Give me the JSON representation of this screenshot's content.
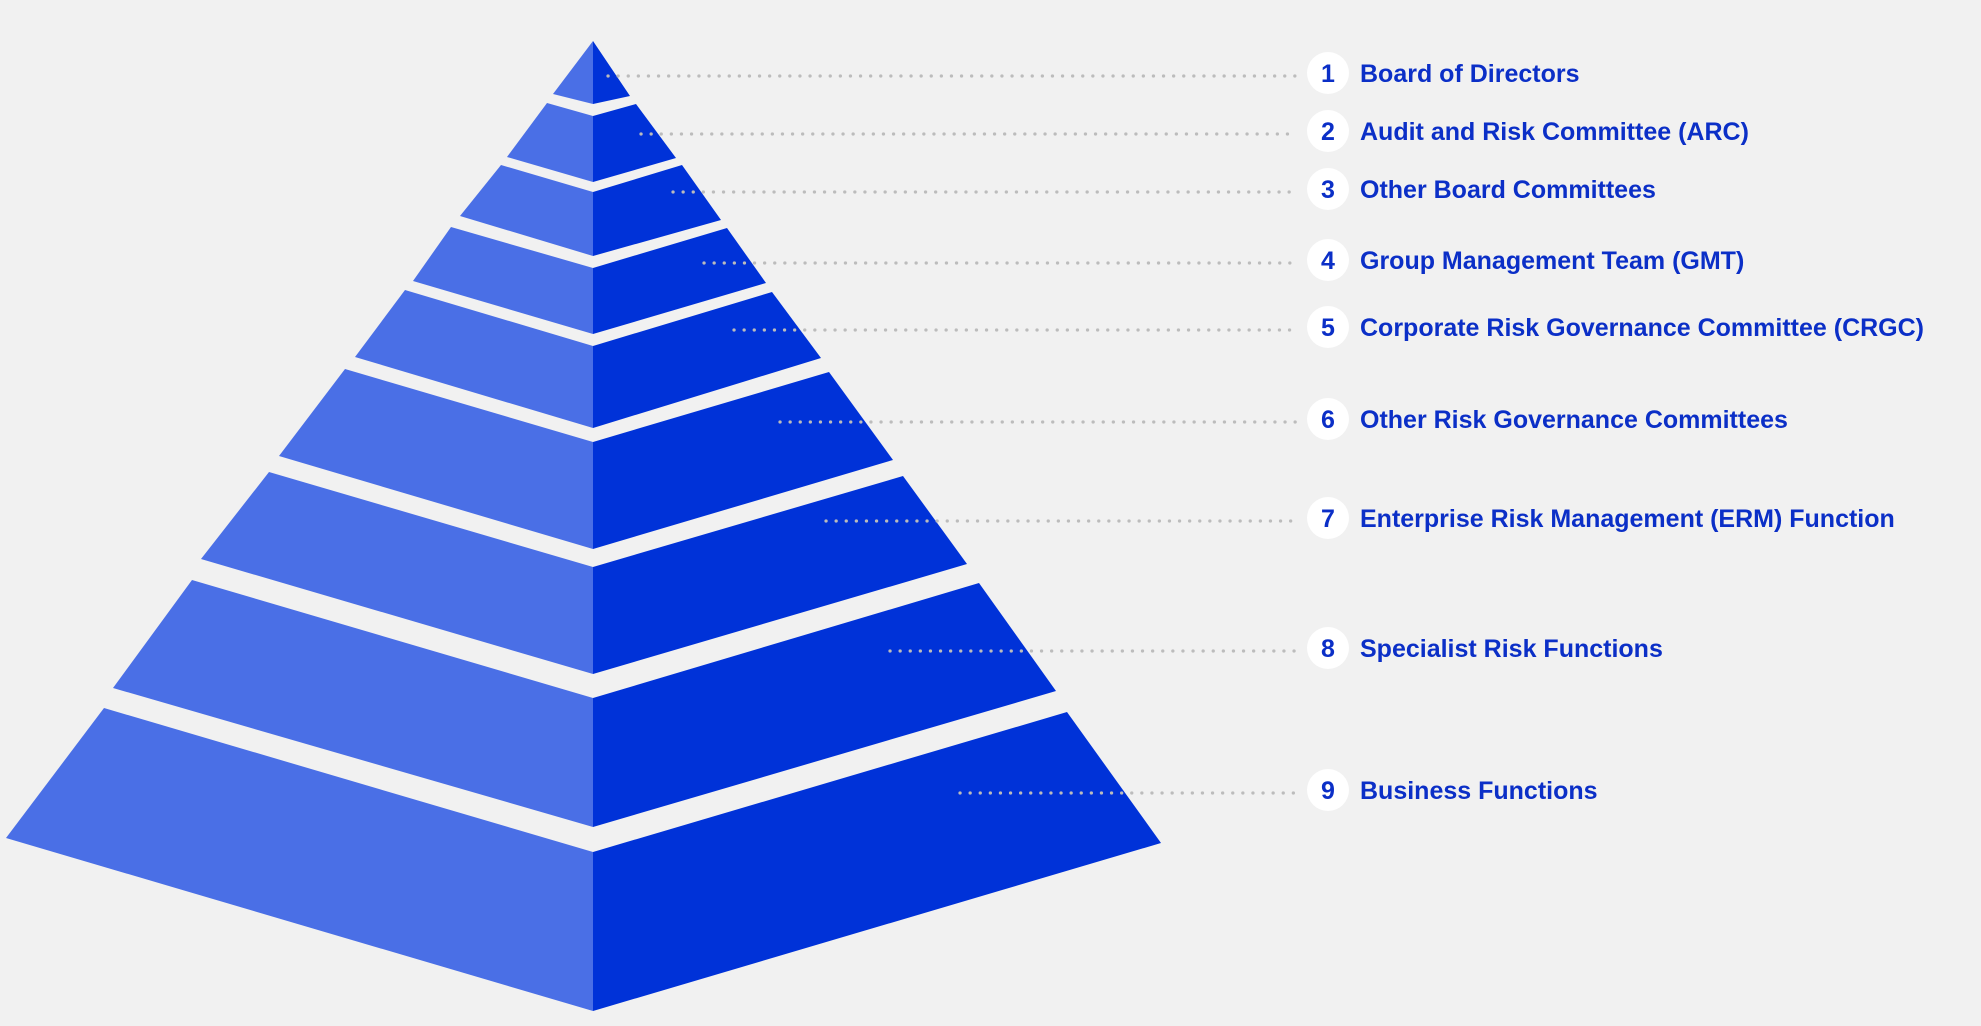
{
  "colors": {
    "background": "#f1f1f1",
    "face_left": "#4a6fe6",
    "face_right": "#0032d8",
    "label": "#0b2fc7",
    "badge_bg": "#ffffff",
    "leader": "#bcbcbc"
  },
  "tiers": [
    {
      "number": "1",
      "label": "Board of Directors"
    },
    {
      "number": "2",
      "label": "Audit and Risk Committee (ARC)"
    },
    {
      "number": "3",
      "label": "Other Board Committees"
    },
    {
      "number": "4",
      "label": "Group Management Team (GMT)"
    },
    {
      "number": "5",
      "label": "Corporate Risk Governance Committee (CRGC)"
    },
    {
      "number": "6",
      "label": "Other Risk Governance Committees"
    },
    {
      "number": "7",
      "label": "Enterprise Risk Management (ERM) Function"
    },
    {
      "number": "8",
      "label": "Specialist Risk Functions"
    },
    {
      "number": "9",
      "label": "Business Functions"
    }
  ]
}
